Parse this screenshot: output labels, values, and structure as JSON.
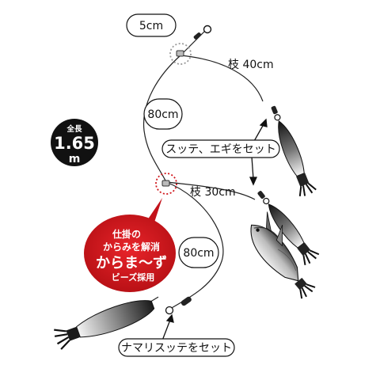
{
  "labels": {
    "top_length": "5cm",
    "branch_upper": "枝 40cm",
    "main_upper": "80cm",
    "branch_lower": "枝 30cm",
    "main_lower": "80cm"
  },
  "callouts": {
    "sutte_egi": "スッテ、エギをセット",
    "namari_sutte": "ナマリスッテをセット"
  },
  "total_length": {
    "prefix": "全長",
    "value": "1.65",
    "unit": "m"
  },
  "red_badge": {
    "line1": "仕掛の",
    "line2": "からみを解消",
    "line3": "からま～ず",
    "line4": "ビーズ採用"
  },
  "colors": {
    "line": "#222222",
    "badge_bg": "#111111",
    "red_bg": "#d0161b",
    "lure_dark": "#1a1a1a",
    "lure_light": "#f2f2f2"
  }
}
